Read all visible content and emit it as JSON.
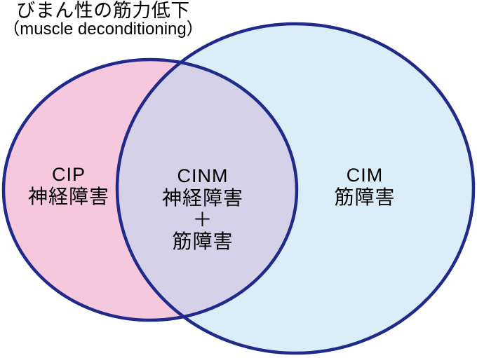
{
  "title": {
    "line1": "びまん性の筋力低下",
    "line2": "（muscle deconditioning）"
  },
  "venn": {
    "left": {
      "abbr": "CIP",
      "label": "神経障害"
    },
    "overlap": {
      "abbr": "CINM",
      "line1": "神経障害",
      "line2": "＋",
      "line3": "筋障害"
    },
    "right": {
      "abbr": "CIM",
      "label": "筋障害"
    }
  },
  "colors": {
    "left_fill": "#f6c8dd",
    "right_fill": "#daedf8",
    "overlap_fill": "#d5d1e8",
    "outline": "#1f2a8a",
    "text": "#000000",
    "background": "#ffffff"
  }
}
